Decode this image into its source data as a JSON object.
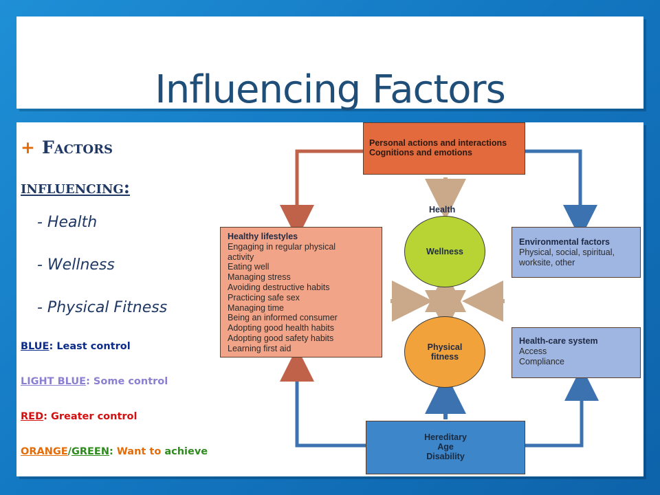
{
  "slide": {
    "title": "Influencing Factors"
  },
  "left_panel": {
    "bullet_symbol": "+",
    "heading_line1": "Factors",
    "heading_line2": "influencing:",
    "factors": [
      "- Health",
      "- Wellness",
      "- Physical Fitness"
    ],
    "legend": [
      {
        "key": "BLUE",
        "desc": ": Least control",
        "color": "#0b2c8c"
      },
      {
        "key": "LIGHT BLUE",
        "desc": ": Some control",
        "color": "#8a7fd1"
      },
      {
        "key": "RED",
        "desc": ": Greater control",
        "color": "#d40f0f"
      }
    ],
    "legend_last": {
      "key1": "ORANGE",
      "sep": "/",
      "key2": "GREEN",
      "colon": ": ",
      "w1": "Want to ",
      "w2": "achieve",
      "color_orange": "#e36c09",
      "color_green": "#2e8b1e"
    }
  },
  "diagram": {
    "personal_box": [
      "Personal actions and interactions",
      "Cognitions and emotions"
    ],
    "health_label": "Health",
    "wellness": "Wellness",
    "physical_fitness": [
      "Physical",
      "fitness"
    ],
    "lifestyles": {
      "heading": "Healthy lifestyles",
      "items": [
        "Engaging in regular physical",
        "activity",
        "Eating well",
        "Managing stress",
        "Avoiding destructive habits",
        "Practicing safe sex",
        "Managing time",
        "Being an informed consumer",
        "Adopting good health habits",
        "Adopting good safety habits",
        "Learning first aid"
      ]
    },
    "environmental": {
      "heading": "Environmental factors",
      "lines": [
        "Physical, social, spiritual,",
        "worksite, other"
      ]
    },
    "healthcare": {
      "heading": "Health-care system",
      "lines": [
        "Access",
        "Compliance"
      ]
    },
    "hereditary": [
      "Hereditary",
      "Age",
      "Disability"
    ],
    "colors": {
      "personal": "#e36a3c",
      "lifestyles": "#f2a488",
      "light_blue": "#9fb6e2",
      "dark_blue": "#3d86c9",
      "wellness": "#b8d434",
      "fitness": "#f1a23a",
      "arrow_red": "#c0624a",
      "arrow_blue": "#3d72b0",
      "arrow_tan": "#c9a98a"
    }
  }
}
